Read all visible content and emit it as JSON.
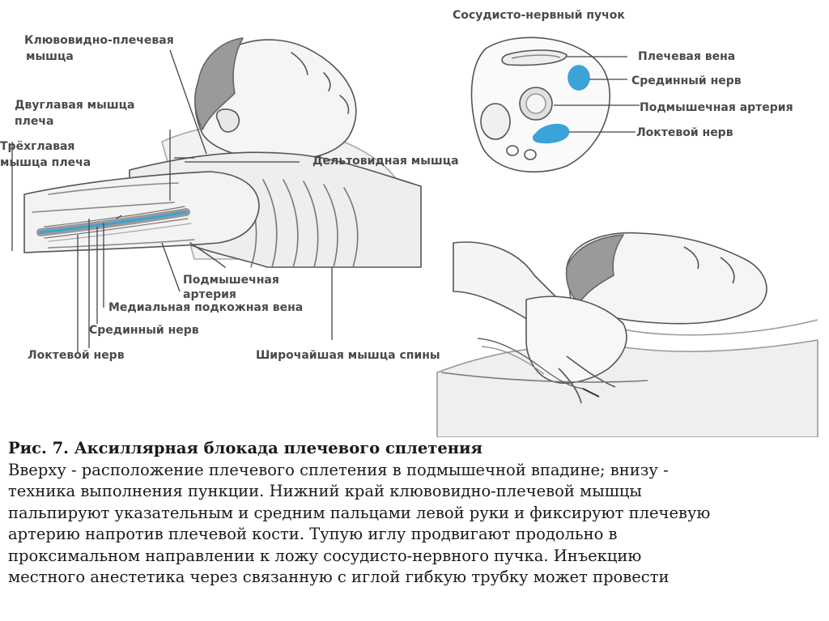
{
  "labels": {
    "coracobrachialis_1": "Клювовидно-плечевая",
    "coracobrachialis_2": "мышца",
    "biceps_1": "Двуглавая мышца",
    "biceps_2": "плеча",
    "triceps_1": "Трёхглавая",
    "triceps_2": "мышца плеча",
    "deltoid": "Дельтовидная мышца",
    "axillary_artery_1": "Подмышечная",
    "axillary_artery_2": "артерия",
    "medial_vein": "Медиальная подкожная вена",
    "median_nerve": "Срединный нерв",
    "ulnar_nerve": "Локтевой нерв",
    "latissimus": "Широчайшая мышца спины",
    "bundle_title": "Сосудисто-нервный пучок",
    "inset_brachial_vein": "Плечевая вена",
    "inset_median_nerve": "Срединный нерв",
    "inset_axillary_artery": "Подмышечная артерия",
    "inset_ulnar_nerve": "Локтевой нерв"
  },
  "caption": {
    "title": "Рис. 7. Аксиллярная блокада плечевого сплетения",
    "lines": [
      "Вверху - расположение плечевого сплетения в подмышечной впадине; внизу -",
      "техника выполнения пункции. Нижний край клювовидно-плечевой мышцы",
      "пальпируют указательным и средним пальцами левой руки и фиксируют плечевую",
      "артерию напротив плечевой кости. Тупую иглу продвигают продольно в",
      "проксимальном направлении к ложу сосудисто-нервного пучка. Инъекцию",
      "местного анестетика через связанную с иглой гибкую трубку может провести"
    ]
  },
  "colors": {
    "line": "#555555",
    "skin": "#f1f1f1",
    "hair": "#9a9a9a",
    "nerve": "#3ba3d8",
    "label": "#4a4a4a"
  }
}
